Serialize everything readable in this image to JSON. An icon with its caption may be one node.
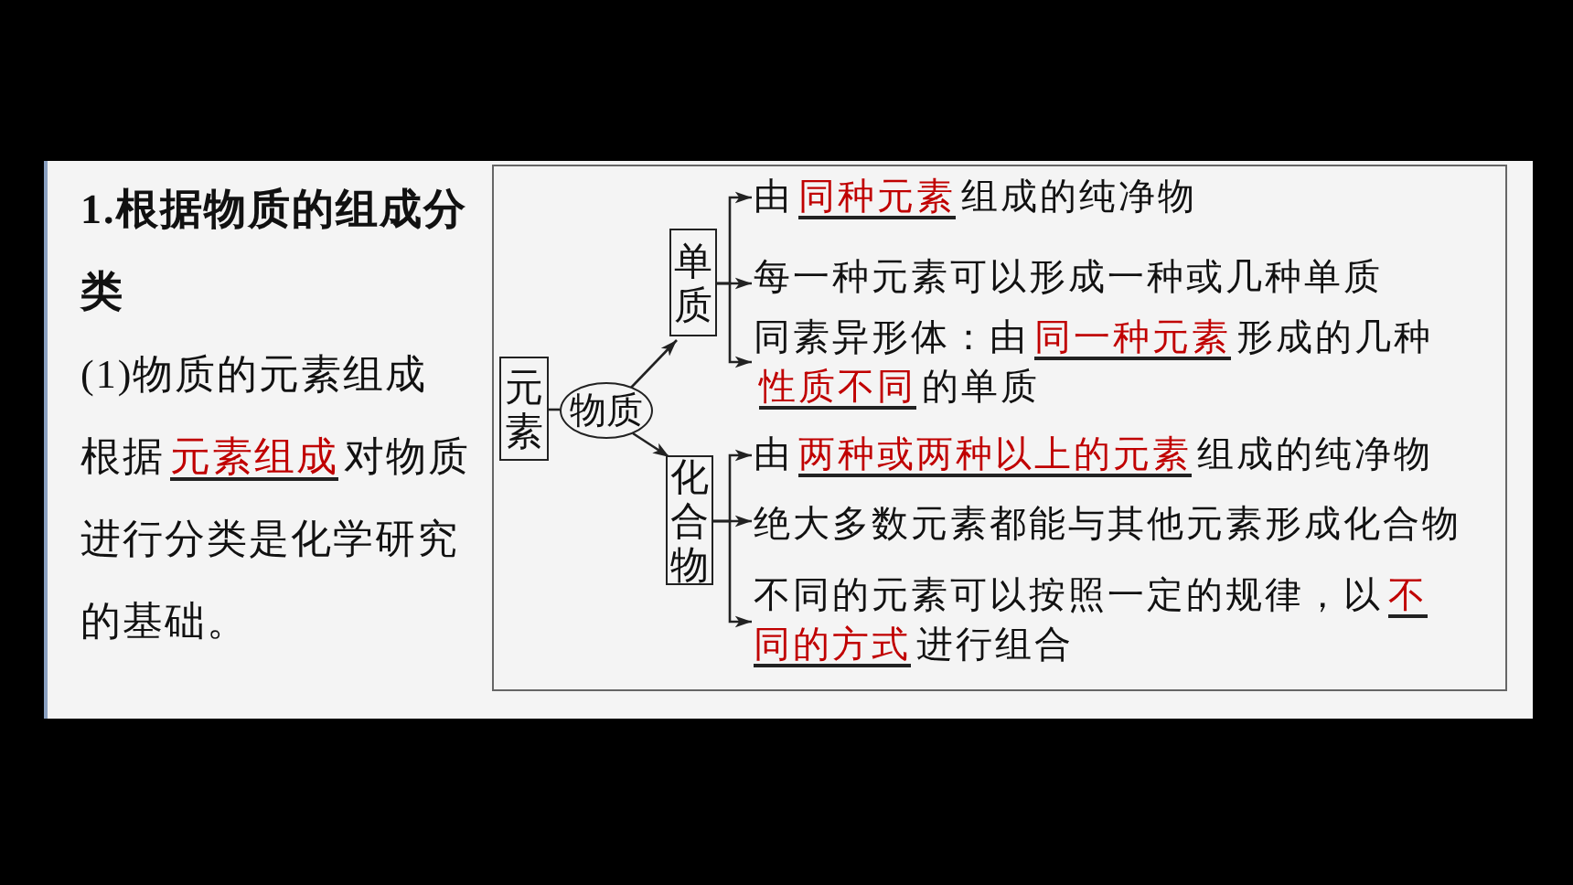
{
  "diagram": {
    "title": "1.根据物质的组成分类",
    "nodes": [
      {
        "text": [
          "元素"
        ]
      },
      {
        "text": [
          "物质"
        ]
      },
      {
        "text": [
          "单质"
        ]
      },
      {
        "text": [
          "化合物"
        ]
      },
      {
        "text": [
          "由",
          "同种元素",
          "组成的纯净物"
        ]
      },
      {
        "text": [
          "每一种元素可以形成一种或几种单质"
        ]
      },
      {
        "text": [
          "同素异形体：由",
          "同一种元素",
          "形成的几种",
          "性质不同",
          "的单质"
        ]
      },
      {
        "text": [
          "由",
          "两种或两种以上的元素",
          "组成的纯净物"
        ]
      },
      {
        "text": [
          "绝大多数元素都能与其他元素形成化合物"
        ]
      },
      {
        "text": [
          "不同的元素可以按照一定的规律，以",
          "不同的方式",
          "进行组合"
        ]
      }
    ],
    "edges": [
      {
        "from": 0,
        "to": 1,
        "arrow": "none"
      },
      {
        "from": 1,
        "to": 2,
        "arrow": "to"
      },
      {
        "from": 1,
        "to": 3,
        "arrow": "to"
      },
      {
        "from": 2,
        "to": 4,
        "arrow": "to"
      },
      {
        "from": 2,
        "to": 5,
        "arrow": "to"
      },
      {
        "from": 2,
        "to": 6,
        "arrow": "to"
      },
      {
        "from": 3,
        "to": 7,
        "arrow": "to"
      },
      {
        "from": 3,
        "to": 8,
        "arrow": "to"
      },
      {
        "from": 3,
        "to": 9,
        "arrow": "to"
      }
    ],
    "labels": [
      "(1)物质的元素组成",
      "根据",
      "元素组成",
      "对物质进行分类是化学研究的基础。"
    ]
  }
}
